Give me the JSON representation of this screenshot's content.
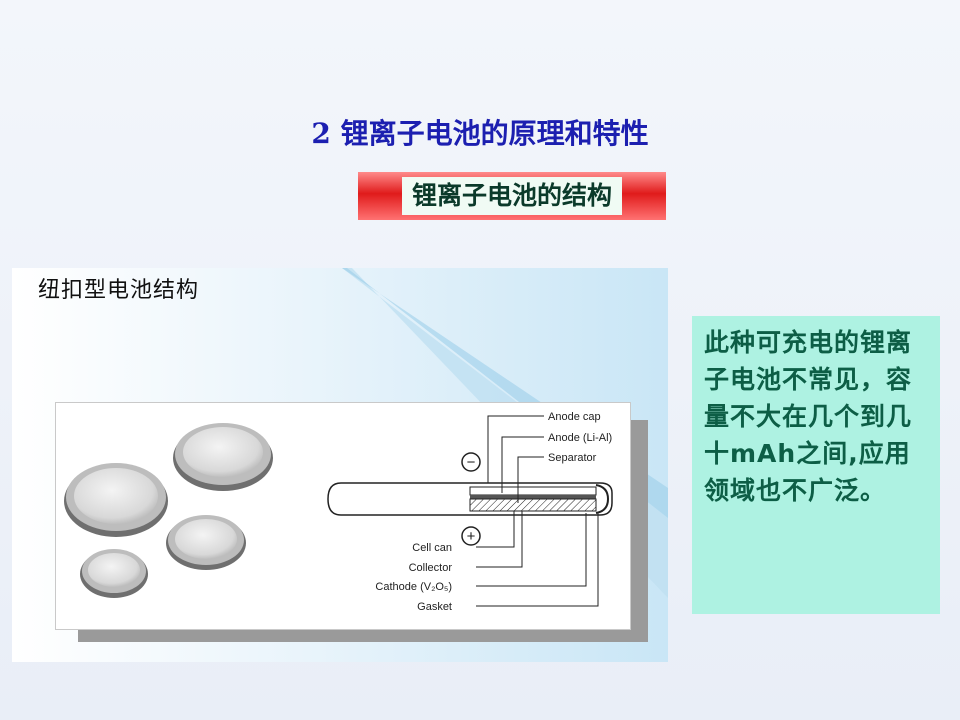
{
  "slide": {
    "title": "2 锂离子电池的原理和特性",
    "subtitle": "锂离子电池的结构"
  },
  "figure": {
    "caption": "纽扣型电池结构",
    "labels": {
      "anode_cap": "Anode cap",
      "anode_li_al": "Anode (Li-Al)",
      "separator": "Separator",
      "cell_can": "Cell can",
      "collector": "Collector",
      "cathode": "Cathode (V₂O₅)",
      "gasket": "Gasket"
    },
    "symbols": {
      "negative": "−",
      "positive": "+"
    }
  },
  "info": {
    "text": "此种可充电的锂离子电池不常见，容量不大在几个到几十mAh之间,应用领域也不广泛。"
  }
}
